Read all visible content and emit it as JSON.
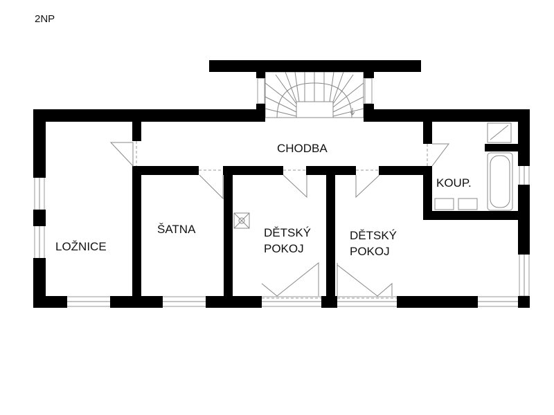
{
  "plan": {
    "floor_label": "2NP",
    "rooms": {
      "hallway": "CHODBA",
      "bathroom": "KOUP.",
      "wardrobe": "ŠATNA",
      "bedroom": "LOŽNICE",
      "kids_room_1": [
        "DĚTSKÝ",
        "POKOJ"
      ],
      "kids_room_2": [
        "DĚTSKÝ",
        "POKOJ"
      ]
    }
  }
}
